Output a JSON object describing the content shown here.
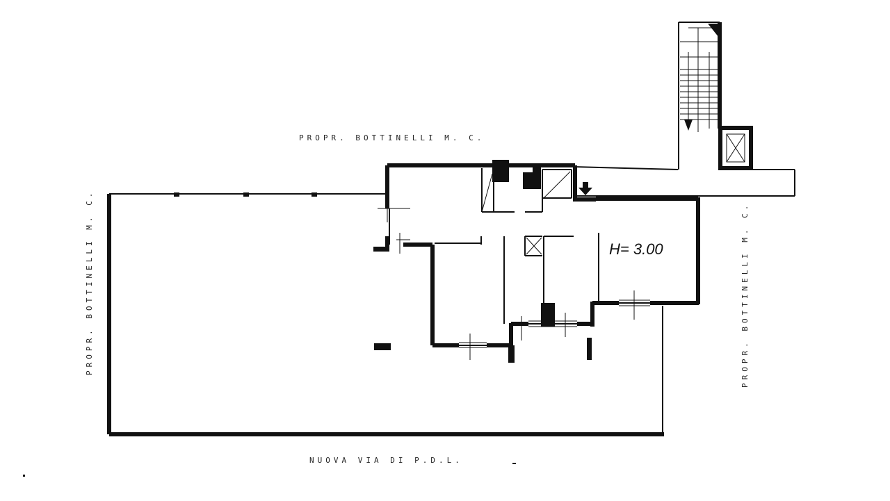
{
  "plan": {
    "labels": {
      "top": "PROPR. BOTTINELLI M. C.",
      "left": "PROPR. BOTTINELLI M. C.",
      "right": "PROPR. BOTTINELLI M. C.",
      "bottom": "NUOVA VIA DI P.D.L."
    },
    "height_label": "H= 3.00"
  }
}
